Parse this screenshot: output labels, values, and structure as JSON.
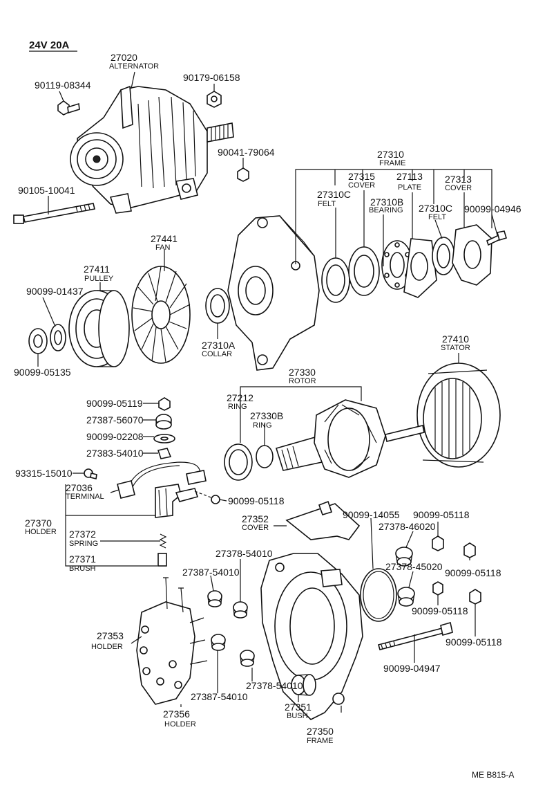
{
  "header": {
    "title": "24V 20A"
  },
  "footer": {
    "code": "ME  B815-A"
  },
  "parts": {
    "p27020": {
      "number": "27020",
      "name": "ALTERNATOR"
    },
    "p90119_08344": {
      "number": "90119-08344"
    },
    "p90179_06158": {
      "number": "90179-06158"
    },
    "p90041_79064": {
      "number": "90041-79064"
    },
    "p90105_10041": {
      "number": "90105-10041"
    },
    "p27310": {
      "number": "27310",
      "name": "FRAME"
    },
    "p27315": {
      "number": "27315",
      "name": "COVER"
    },
    "p27113": {
      "number": "27113",
      "name": "PLATE"
    },
    "p27313": {
      "number": "27313",
      "name": "COVER"
    },
    "p27310C_a": {
      "number": "27310C",
      "name": "FELT"
    },
    "p27310B": {
      "number": "27310B",
      "name": "BEARING"
    },
    "p27310C_b": {
      "number": "27310C",
      "name": "FELT"
    },
    "p90099_04946": {
      "number": "90099-04946"
    },
    "p27441": {
      "number": "27441",
      "name": "FAN"
    },
    "p27411": {
      "number": "27411",
      "name": "PULLEY"
    },
    "p90099_01437": {
      "number": "90099-01437"
    },
    "p90099_05135": {
      "number": "90099-05135"
    },
    "p27310A": {
      "number": "27310A",
      "name": "COLLAR"
    },
    "p27410": {
      "number": "27410",
      "name": "STATOR"
    },
    "p27330": {
      "number": "27330",
      "name": "ROTOR"
    },
    "p27212": {
      "number": "27212",
      "name": "RING"
    },
    "p27330B": {
      "number": "27330B",
      "name": "RING"
    },
    "p90099_05119": {
      "number": "90099-05119"
    },
    "p27387_56070": {
      "number": "27387-56070"
    },
    "p90099_02208": {
      "number": "90099-02208"
    },
    "p27383_54010": {
      "number": "27383-54010"
    },
    "p93315_15010": {
      "number": "93315-15010"
    },
    "p27036": {
      "number": "27036",
      "name": "TERMINAL"
    },
    "p90099_05118_a": {
      "number": "90099-05118"
    },
    "p27370": {
      "number": "27370",
      "name": "HOLDER"
    },
    "p27372": {
      "number": "27372",
      "name": "SPRING"
    },
    "p27371": {
      "number": "27371",
      "name": "BRUSH"
    },
    "p27352": {
      "number": "27352",
      "name": "COVER"
    },
    "p90099_14055": {
      "number": "90099-14055"
    },
    "p90099_05118_b": {
      "number": "90099-05118"
    },
    "p27378_46020": {
      "number": "27378-46020"
    },
    "p27378_54010_a": {
      "number": "27378-54010"
    },
    "p27387_54010_a": {
      "number": "27387-54010"
    },
    "p27378_45020": {
      "number": "27378-45020"
    },
    "p90099_05118_c": {
      "number": "90099-05118"
    },
    "p90099_05118_d": {
      "number": "90099-05118"
    },
    "p90099_05118_e": {
      "number": "90099-05118"
    },
    "p27353": {
      "number": "27353",
      "name": "HOLDER"
    },
    "p90099_04947": {
      "number": "90099-04947"
    },
    "p27378_54010_b": {
      "number": "27378-54010"
    },
    "p27387_54010_b": {
      "number": "27387-54010"
    },
    "p27351": {
      "number": "27351",
      "name": "BUSH"
    },
    "p27356": {
      "number": "27356",
      "name": "HOLDER"
    },
    "p27350": {
      "number": "27350",
      "name": "FRAME"
    }
  }
}
